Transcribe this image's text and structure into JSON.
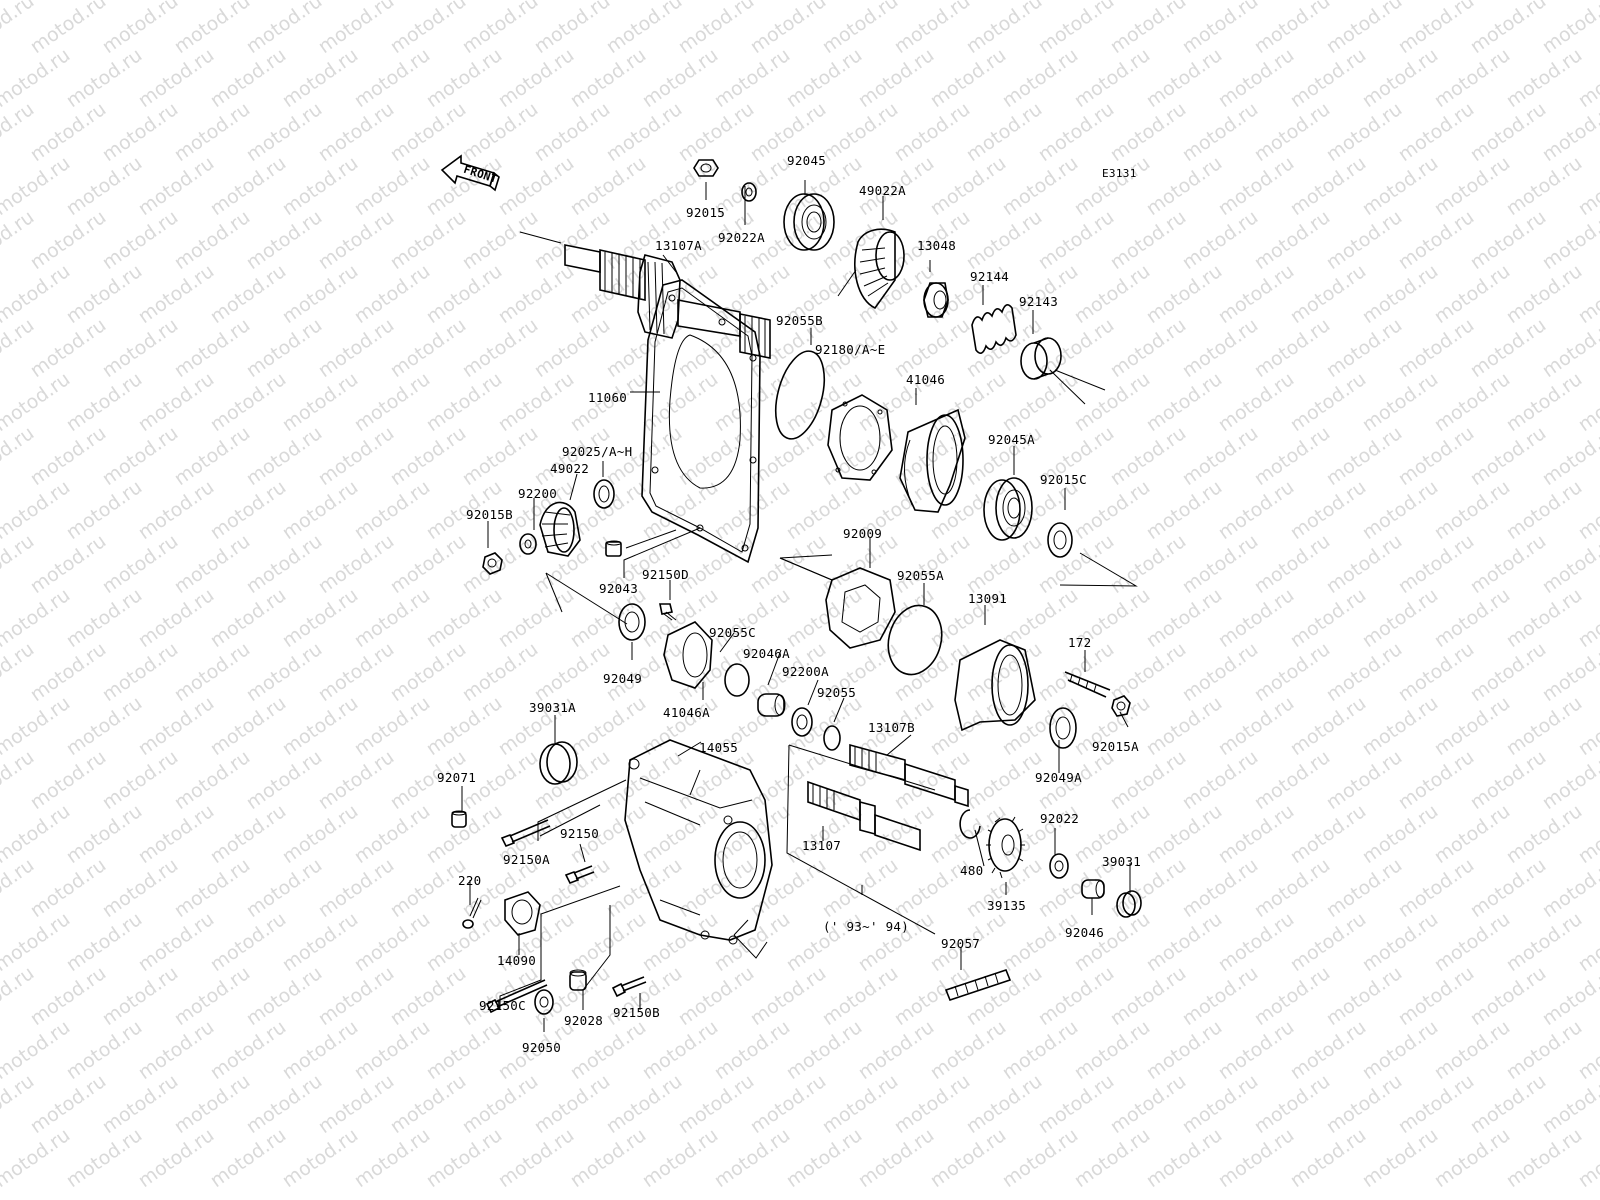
{
  "diagram_code": "E3131",
  "front_label": "FRONT",
  "watermark": "motod.ru",
  "year_note": "(' 93~' 94)",
  "labels": {
    "p92015": "92015",
    "p92022A": "92022A",
    "p92045": "92045",
    "p49022A": "49022A",
    "p13107A": "13107A",
    "p13048": "13048",
    "p92144": "92144",
    "p92143": "92143",
    "p92055B": "92055B",
    "p92180": "92180/A~E",
    "p11060": "11060",
    "p41046": "41046",
    "p92025": "92025/A~H",
    "p49022": "49022",
    "p92200": "92200",
    "p92015B": "92015B",
    "p92045A": "92045A",
    "p92015C": "92015C",
    "p92009": "92009",
    "p92043": "92043",
    "p92150D": "92150D",
    "p92055A": "92055A",
    "p13091": "13091",
    "p92055C": "92055C",
    "p92046A": "92046A",
    "p172": "172",
    "p92049": "92049",
    "p92200A": "92200A",
    "p41046A": "41046A",
    "p92055": "92055",
    "p39031A": "39031A",
    "p13107B": "13107B",
    "p92015A": "92015A",
    "p14055": "14055",
    "p92049A": "92049A",
    "p92071": "92071",
    "p92150A": "92150A",
    "p92150": "92150",
    "p13107": "13107",
    "p92022": "92022",
    "p480": "480",
    "p39031": "39031",
    "p220": "220",
    "p39135": "39135",
    "p92046": "92046",
    "p14090": "14090",
    "p92057": "92057",
    "p92150C": "92150C",
    "p92028": "92028",
    "p92150B": "92150B",
    "p92050": "92050"
  }
}
